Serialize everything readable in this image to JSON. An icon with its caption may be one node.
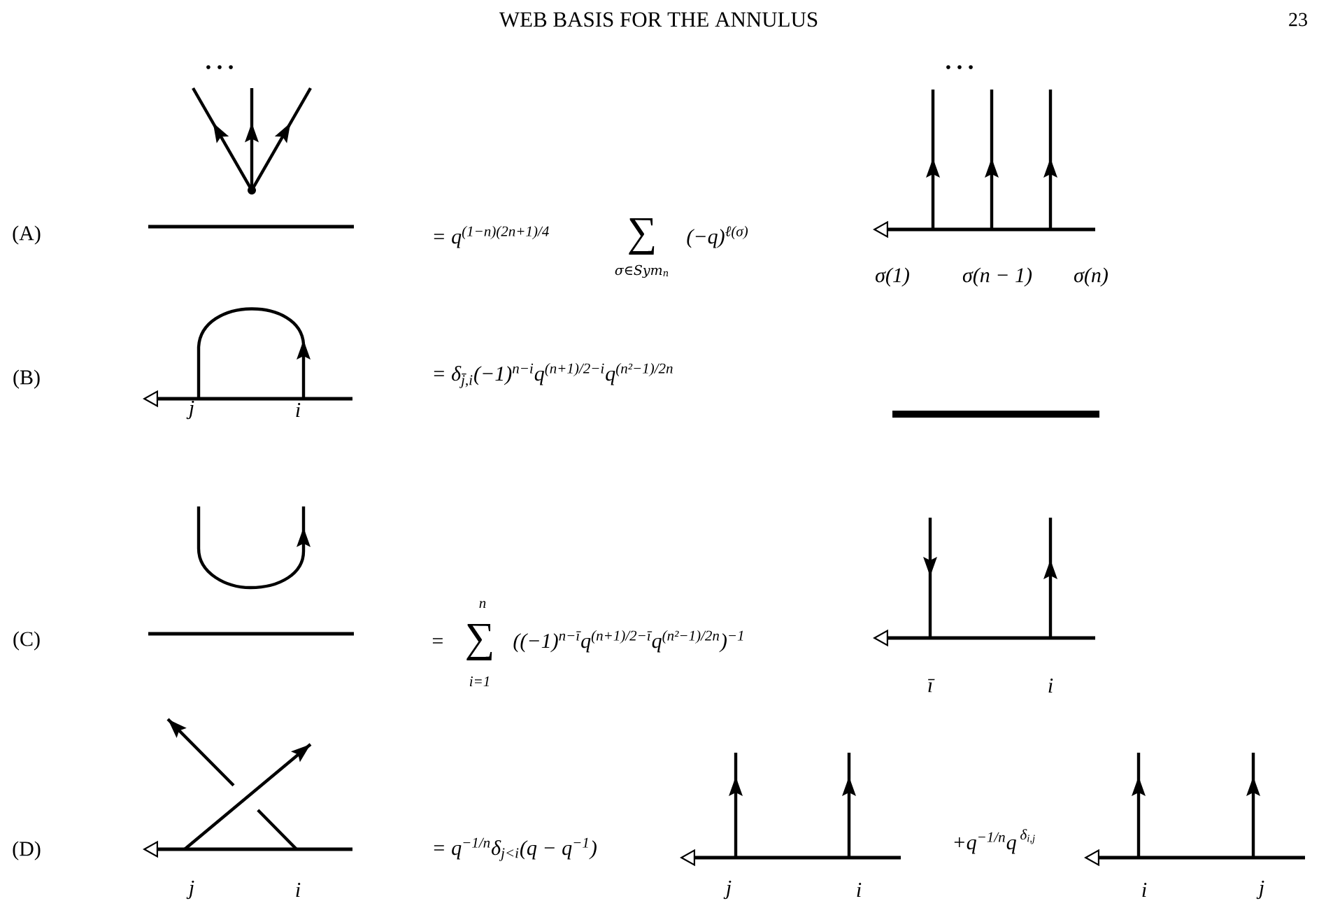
{
  "diagram": {
    "title": "WEB BASIS FOR THE ANNULUS",
    "labels": [
      "23",
      "…",
      "…",
      "(A)",
      "= q$^{(1−n)(2n+1)/4}$",
      "∑",
      "σ∈Sym$_{n}$",
      "(−q)$^{ℓ(σ)}$",
      "σ(1)",
      "σ(n − 1)",
      "σ(n)",
      "(B)",
      "= δ$_{j̄,i}$(−1)$^{n−i}$q$^{(n+1)/2−i}$q$^{(n²−1)/2n}$",
      "j",
      "i",
      "(C)",
      "=",
      "∑",
      "n",
      "i=1",
      "((−1)$^{n−ī}$q$^{(n+1)/2−ī}$q$^{(n²−1)/2n}$)$^{−1}$",
      "ī",
      "i",
      "(D)",
      "= q$^{−1/n}$δ$_{j<i}$(q − q$^{−1}$)",
      "+q$^{−1/n}$q",
      "δ$_{i,j}$",
      "j",
      "i",
      "j",
      "i",
      "i",
      "j"
    ]
  }
}
